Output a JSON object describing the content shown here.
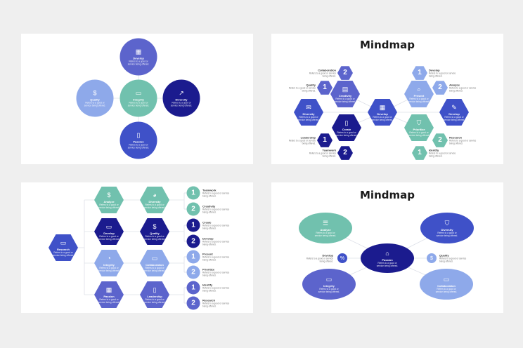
{
  "colors": {
    "royal": "#3f51c8",
    "mid": "#5c64cc",
    "light": "#8ea9ea",
    "teal": "#71c1ae",
    "navy": "#1b1b8e"
  },
  "desc": "Refers to a good or service being offered.",
  "slide1": {
    "nodes": [
      {
        "label": "Develop",
        "color": "mid",
        "icon": "calculator-icon",
        "glyph": "▦"
      },
      {
        "label": "Quality",
        "color": "light",
        "icon": "coin-document-icon",
        "glyph": "$"
      },
      {
        "label": "Integrity",
        "color": "teal",
        "icon": "laptop-icon",
        "glyph": "▭"
      },
      {
        "label": "Diversity",
        "color": "navy",
        "icon": "growth-chart-icon",
        "glyph": "↗"
      },
      {
        "label": "Passion",
        "color": "royal",
        "icon": "phone-icon",
        "glyph": "▯"
      }
    ]
  },
  "slide2": {
    "title": "Mindmap",
    "big": [
      {
        "label": "Diversity",
        "color": "royal",
        "icon": "mail-icon",
        "glyph": "✉"
      },
      {
        "label": "Creativity",
        "color": "mid",
        "icon": "card-icon",
        "glyph": "▤"
      },
      {
        "label": "Create",
        "color": "navy",
        "icon": "phone-icon",
        "glyph": "▯"
      },
      {
        "label": "Develop",
        "color": "royal",
        "icon": "calculator-icon",
        "glyph": "▦"
      },
      {
        "label": "Present",
        "color": "light",
        "icon": "search-icon",
        "glyph": "⌕"
      },
      {
        "label": "Prioritize",
        "color": "teal",
        "icon": "shield-icon",
        "glyph": "⛉"
      },
      {
        "label": "Develop",
        "color": "royal",
        "icon": "pen-icon",
        "glyph": "✎"
      }
    ],
    "small": [
      {
        "label": "Collaboration",
        "num": "2",
        "color": "mid"
      },
      {
        "label": "Quality",
        "num": "1",
        "color": "mid"
      },
      {
        "label": "Leadership",
        "num": "1",
        "color": "navy"
      },
      {
        "label": "Teamwork",
        "num": "2",
        "color": "navy"
      },
      {
        "label": "Develop",
        "num": "1",
        "color": "light"
      },
      {
        "label": "Analyze",
        "num": "2",
        "color": "light"
      },
      {
        "label": "Research",
        "num": "2",
        "color": "teal"
      },
      {
        "label": "Identify",
        "num": "1",
        "color": "teal"
      }
    ]
  },
  "slide3": {
    "root": {
      "label": "Research",
      "color": "royal",
      "icon": "wallet-icon",
      "glyph": "▭"
    },
    "col1": [
      {
        "label": "Analyze",
        "color": "teal",
        "icon": "money-bag-icon",
        "glyph": "$"
      },
      {
        "label": "Develop",
        "color": "navy",
        "icon": "credit-card-icon",
        "glyph": "▭"
      },
      {
        "label": "Integrity",
        "color": "light",
        "icon": "piggy-bank-icon",
        "glyph": "◔"
      },
      {
        "label": "Passion",
        "color": "mid",
        "icon": "calculator-icon",
        "glyph": "▦"
      }
    ],
    "col2": [
      {
        "label": "Diversity",
        "color": "teal",
        "icon": "pie-chart-icon",
        "glyph": "◕"
      },
      {
        "label": "Quality",
        "color": "navy",
        "icon": "coin-icon",
        "glyph": "$"
      },
      {
        "label": "Collaboration",
        "color": "light",
        "icon": "card-icon",
        "glyph": "▭"
      },
      {
        "label": "Leadership",
        "color": "mid",
        "icon": "phone-icon",
        "glyph": "▯"
      }
    ],
    "items": [
      {
        "label": "Teamwork",
        "num": "1",
        "color": "teal"
      },
      {
        "label": "Creativity",
        "num": "2",
        "color": "teal"
      },
      {
        "label": "Create",
        "num": "1",
        "color": "navy"
      },
      {
        "label": "Develop",
        "num": "2",
        "color": "navy"
      },
      {
        "label": "Present",
        "num": "1",
        "color": "light"
      },
      {
        "label": "Prioritize",
        "num": "2",
        "color": "light"
      },
      {
        "label": "Identify",
        "num": "1",
        "color": "mid"
      },
      {
        "label": "Research",
        "num": "2",
        "color": "mid"
      }
    ]
  },
  "slide4": {
    "title": "Mindmap",
    "nodes": [
      {
        "label": "Analyze",
        "color": "teal",
        "icon": "coins-icon",
        "glyph": "☰"
      },
      {
        "label": "Diversity",
        "color": "royal",
        "icon": "shield-lock-icon",
        "glyph": "⛉"
      },
      {
        "label": "Integrity",
        "color": "mid",
        "icon": "monitor-chart-icon",
        "glyph": "▭"
      },
      {
        "label": "Collaboration",
        "color": "light",
        "icon": "laptop-shield-icon",
        "glyph": "▭"
      }
    ],
    "center": {
      "label": "Passion",
      "color": "navy",
      "icon": "bank-icon",
      "glyph": "⌂"
    },
    "small": [
      {
        "label": "Develop",
        "color": "royal",
        "icon": "percent-icon",
        "glyph": "%"
      },
      {
        "label": "Quality",
        "color": "light",
        "icon": "dollar-icon",
        "glyph": "$"
      }
    ]
  }
}
